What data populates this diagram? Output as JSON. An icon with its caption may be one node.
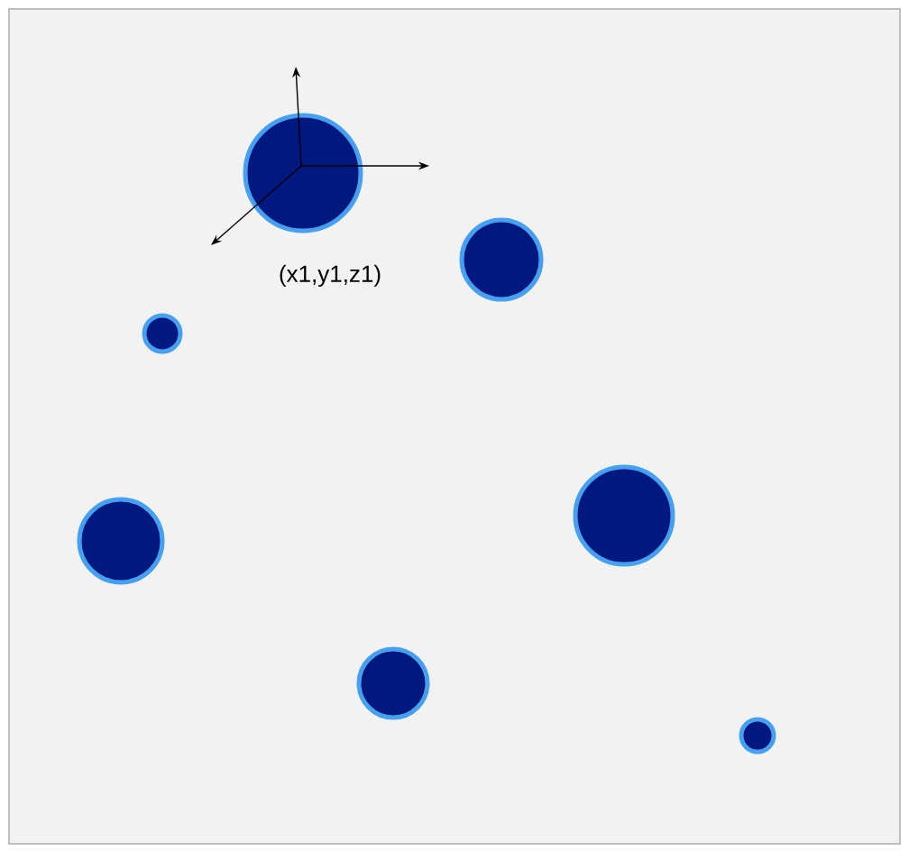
{
  "diagram": {
    "nodes": [
      {
        "text": [],
        "shape": "circle"
      },
      {
        "text": [],
        "shape": "circle"
      },
      {
        "text": [],
        "shape": "circle"
      },
      {
        "text": [],
        "shape": "circle"
      },
      {
        "text": [],
        "shape": "circle"
      },
      {
        "text": [],
        "shape": "circle"
      },
      {
        "text": [],
        "shape": "circle"
      }
    ],
    "labels": [
      "(x1,y1,z1)"
    ]
  }
}
